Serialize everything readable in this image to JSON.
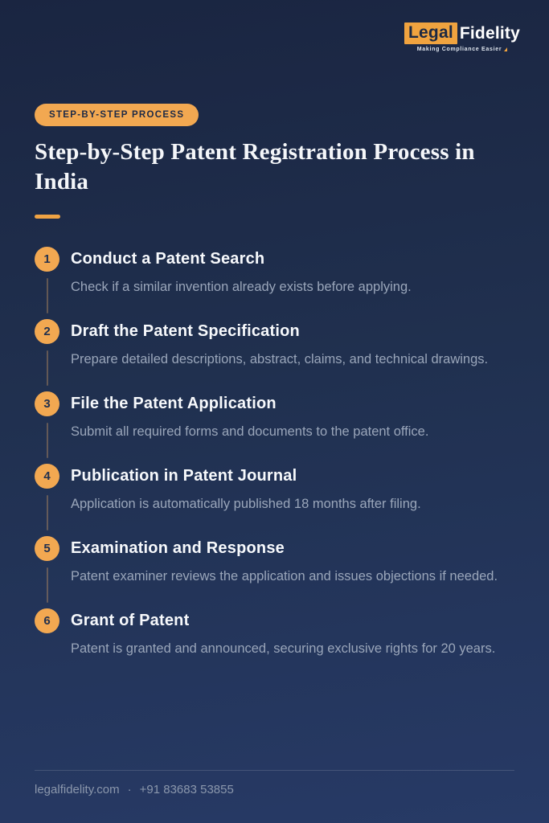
{
  "brand": {
    "logo_part1": "Legal",
    "logo_part2": "Fidelity",
    "tagline": "Making Compliance Easier"
  },
  "header": {
    "badge": "STEP-BY-STEP PROCESS",
    "title": "Step-by-Step Patent Registration Process in India"
  },
  "steps": [
    {
      "number": "1",
      "title": "Conduct a Patent Search",
      "description": "Check if a similar invention already exists before applying."
    },
    {
      "number": "2",
      "title": "Draft the Patent Specification",
      "description": "Prepare detailed descriptions, abstract, claims, and technical drawings."
    },
    {
      "number": "3",
      "title": "File the Patent Application",
      "description": "Submit all required forms and documents to the patent office."
    },
    {
      "number": "4",
      "title": "Publication in Patent Journal",
      "description": "Application is automatically published 18 months after filing."
    },
    {
      "number": "5",
      "title": "Examination and Response",
      "description": "Patent examiner reviews the application and issues objections if needed."
    },
    {
      "number": "6",
      "title": "Grant of Patent",
      "description": "Patent is granted and announced, securing exclusive rights for 20 years."
    }
  ],
  "footer": {
    "website": "legalfidelity.com",
    "separator": "·",
    "phone": "+91 83683 53855"
  },
  "colors": {
    "background_top": "#1a2541",
    "background_bottom": "#273a66",
    "accent_orange": "#f2a851",
    "heading_white": "#f6f8fb",
    "description_gray": "#9aa6ba",
    "footer_gray": "#8b97ac",
    "navy_text": "#1d2a47"
  }
}
